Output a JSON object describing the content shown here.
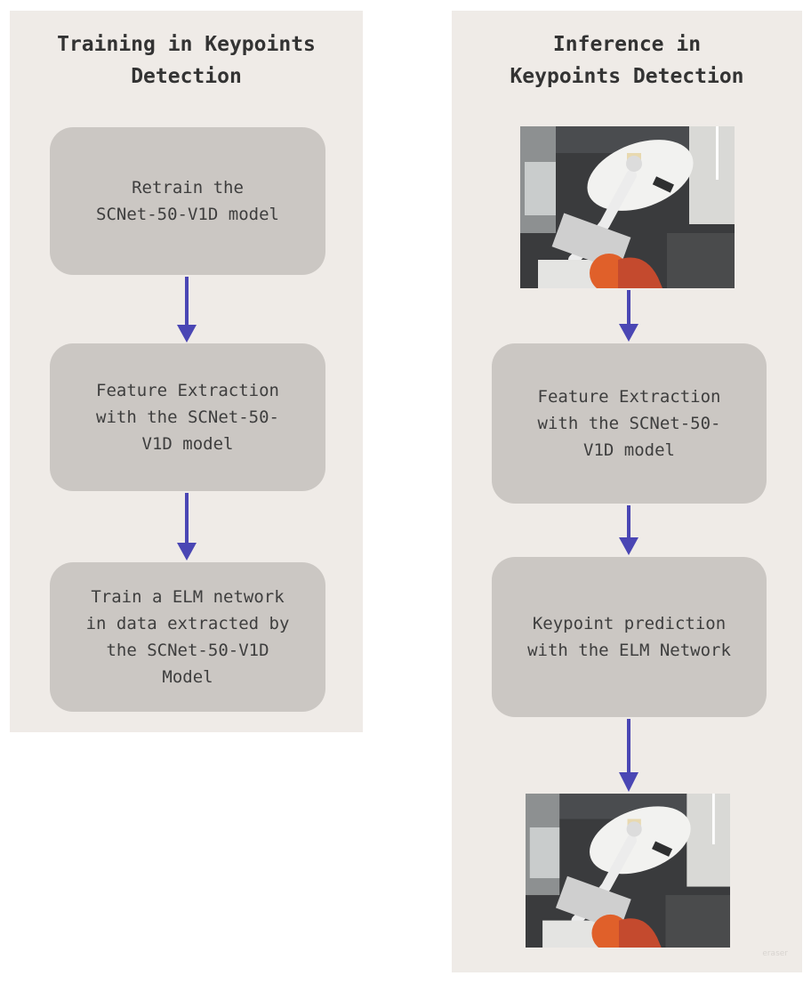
{
  "lanes": {
    "training": {
      "title": "Training in Keypoints\nDetection",
      "steps": [
        "Retrain the\nSCNet-50-V1D model",
        "Feature Extraction\nwith the SCNet-50-\nV1D model",
        "Train a ELM network\nin data extracted by\nthe SCNet-50-V1D\nModel"
      ]
    },
    "inference": {
      "title": "Inference in\nKeypoints Detection",
      "steps": [
        "Feature Extraction\nwith the SCNet-50-\nV1D model",
        "Keypoint prediction\nwith the ELM Network"
      ]
    }
  },
  "colors": {
    "lane_bg": "#efebe7",
    "node_bg": "#cbc7c3",
    "arrow": "#4a46b4",
    "text": "#3e3e3e"
  },
  "icons": [
    "robot-arm-photo-input",
    "robot-arm-photo-output"
  ]
}
